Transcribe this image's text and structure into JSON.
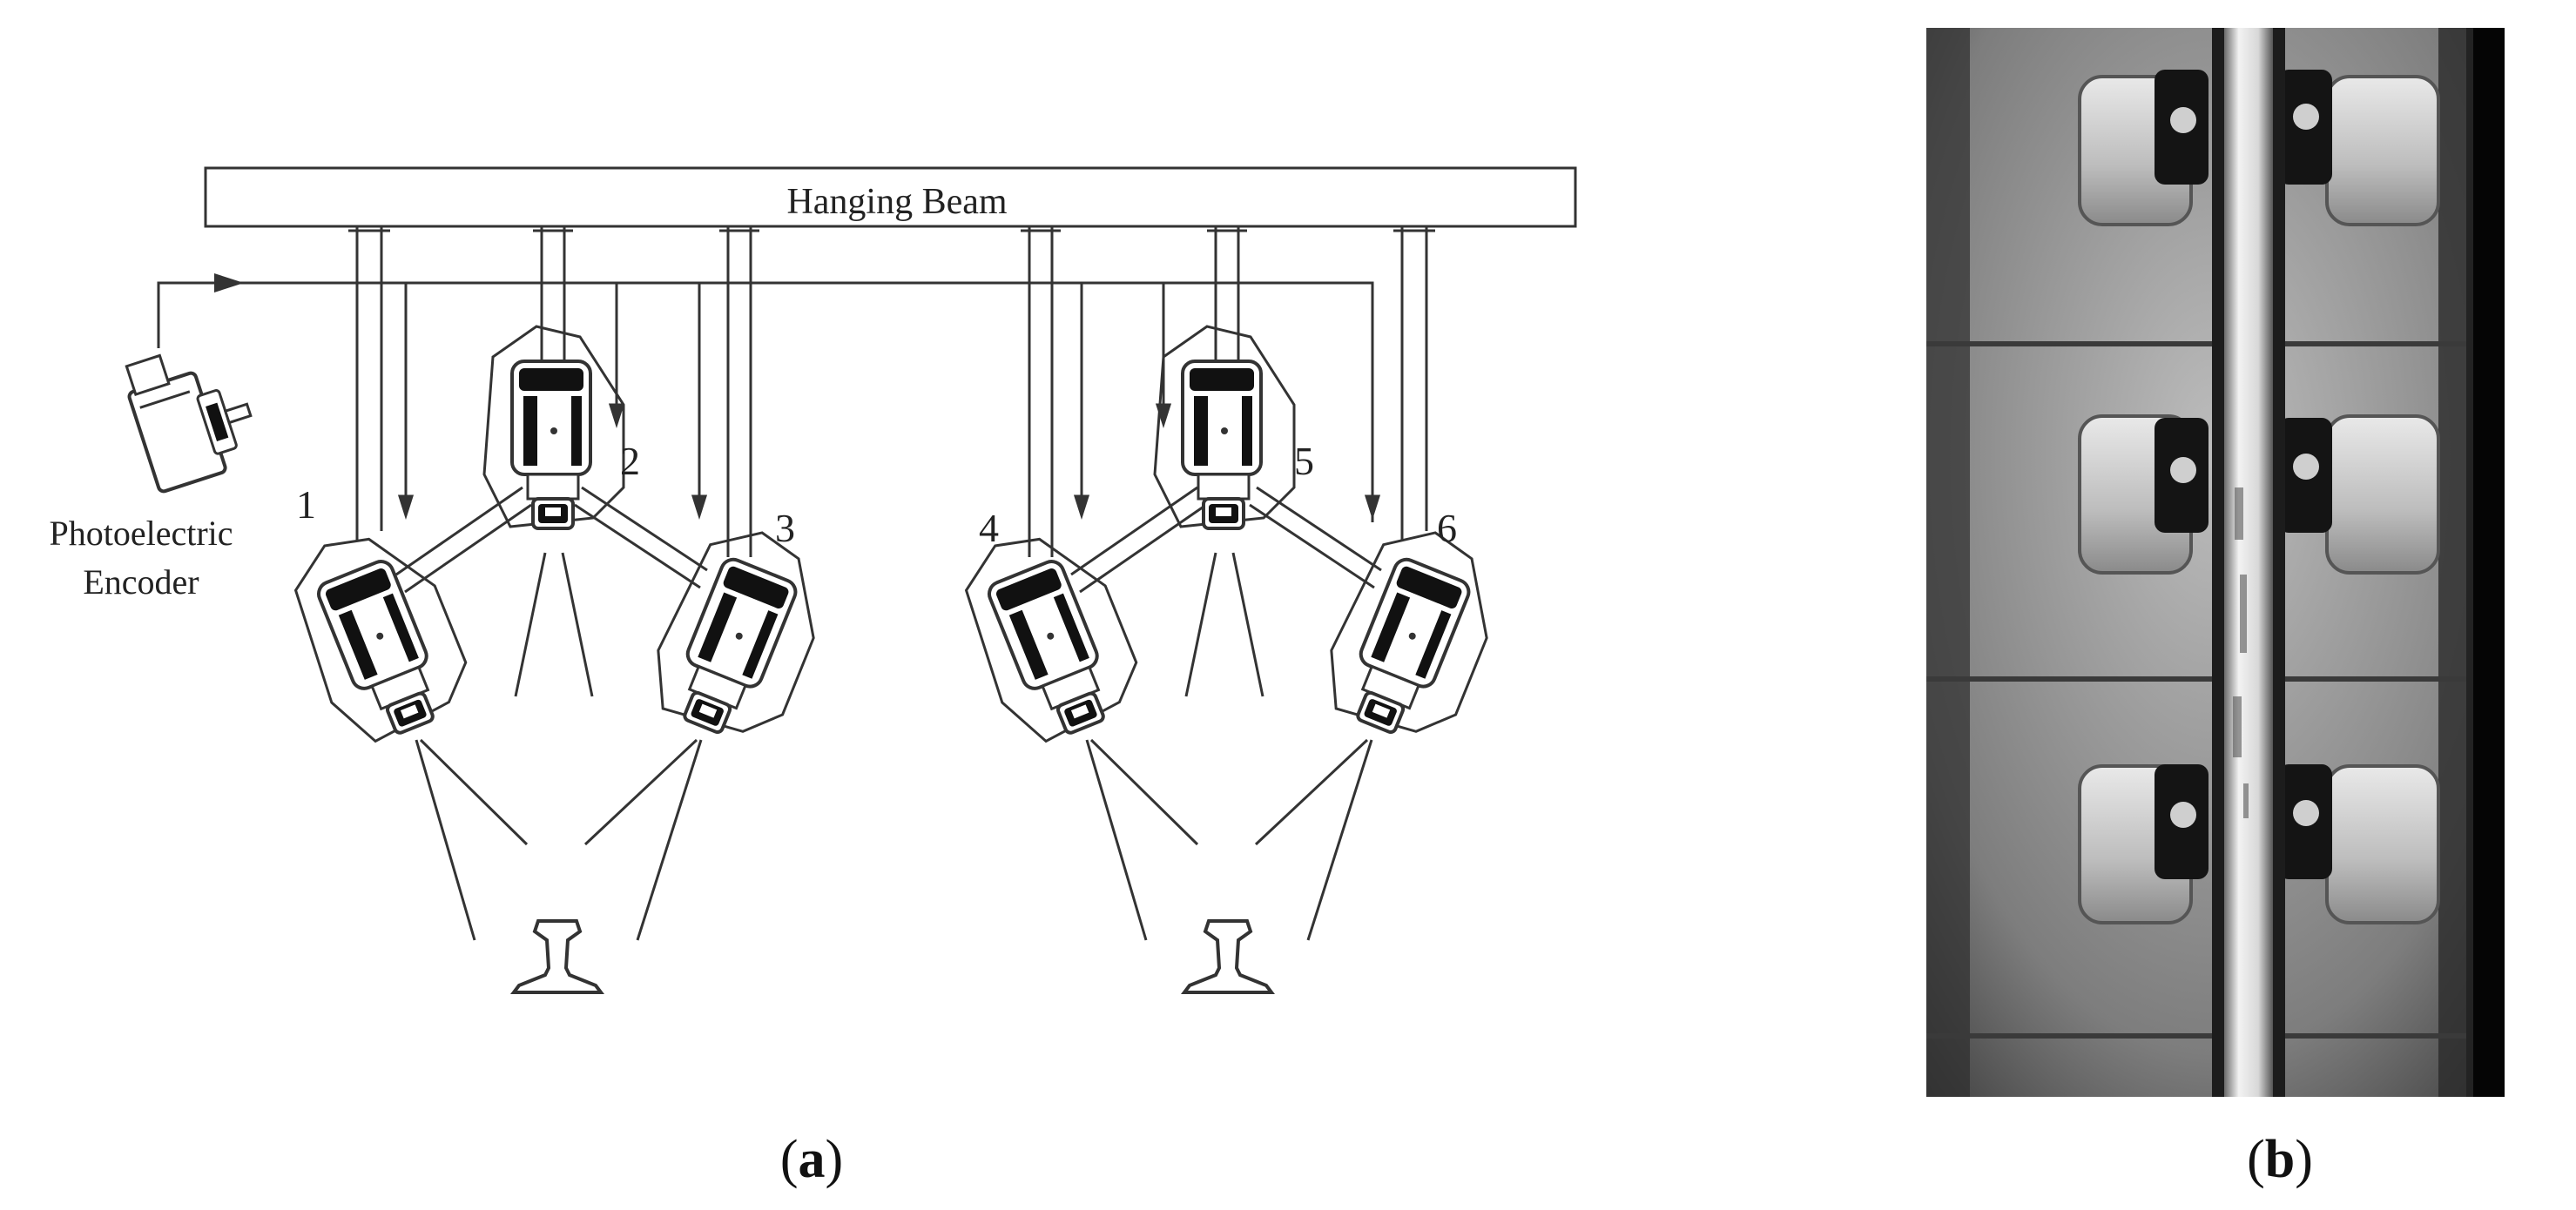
{
  "panel_a": {
    "label_open": "(",
    "label_letter": "a",
    "label_close": ")",
    "beam_label": "Hanging Beam",
    "encoder_label_line1": "Photoelectric",
    "encoder_label_line2": "Encoder",
    "cameras": [
      {
        "number": "1"
      },
      {
        "number": "2"
      },
      {
        "number": "3"
      },
      {
        "number": "4"
      },
      {
        "number": "5"
      },
      {
        "number": "6"
      }
    ]
  },
  "panel_b": {
    "label_open": "(",
    "label_letter": "b",
    "label_close": ")",
    "image_subject": "grayscale-rail-fastener-photo"
  },
  "colors": {
    "line": "#333333",
    "photo_dark": "#0a0a0a",
    "photo_sleeper": "#9a9a9a",
    "photo_rail": "#e6e6e6"
  }
}
